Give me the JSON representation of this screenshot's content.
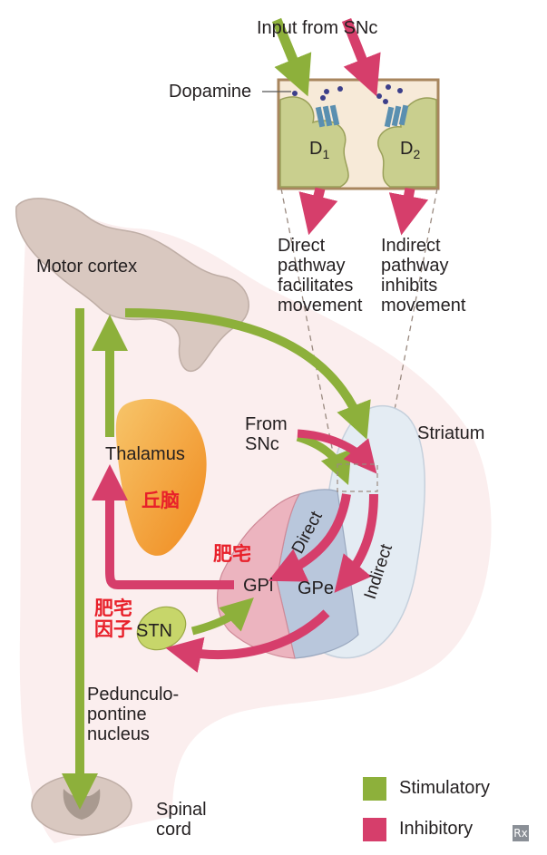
{
  "labels": {
    "input_from_snc": "Input from SNc",
    "dopamine": "Dopamine",
    "d1": "D",
    "d1_sub": "1",
    "d2": "D",
    "d2_sub": "2",
    "direct_pathway": "Direct\npathway\nfacilitates\nmovement",
    "indirect_pathway": "Indirect\npathway\ninhibits\nmovement",
    "motor_cortex": "Motor cortex",
    "from_snc": "From\nSNc",
    "striatum": "Striatum",
    "thalamus": "Thalamus",
    "direct": "Direct",
    "indirect": "Indirect",
    "gpi": "GPi",
    "gpe": "GPe",
    "stn": "STN",
    "pedunculopontine": "Pedunculo-\npontine\nnucleus",
    "spinal_cord": "Spinal\ncord"
  },
  "handwritten": {
    "thalamus_note": "丘脑",
    "gpi_note": "肥宅",
    "stn_note": "肥宅\n因子"
  },
  "legend": [
    {
      "label": "Stimulatory",
      "color": "#8db03b"
    },
    {
      "label": "Inhibitory",
      "color": "#d63e6b"
    }
  ],
  "badge": "Rx",
  "colors": {
    "stimulatory": "#8db03b",
    "inhibitory": "#d63e6b",
    "brain_bg": "#fbeeee",
    "cortex": "#d9c8c0",
    "thalamus": "#f2a23a",
    "striatum": "#e4ecf3",
    "gpi": "#ecb4bf",
    "gpe": "#b9c7dc",
    "stn": "#c7d66a",
    "cell": "#c9cf8e",
    "receptor": "#5a8fb0",
    "dopamine": "#3c3f8a"
  }
}
